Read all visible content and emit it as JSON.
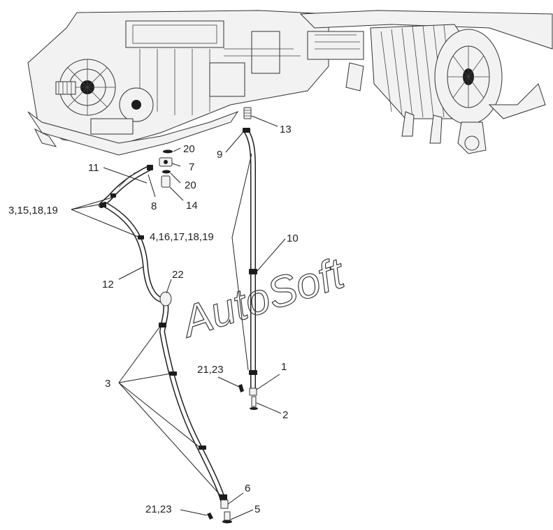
{
  "watermark": "AutoSoft",
  "callouts": {
    "c1": "1",
    "c2": "2",
    "c3": "3",
    "c3_15_18_19": "3,15,18,19",
    "c4_16_17_18_19": "4,16,17,18,19",
    "c5": "5",
    "c6": "6",
    "c7": "7",
    "c8": "8",
    "c9": "9",
    "c10": "10",
    "c11": "11",
    "c12": "12",
    "c13": "13",
    "c14": "14",
    "c20a": "20",
    "c20b": "20",
    "c21_23a": "21,23",
    "c21_23b": "21,23",
    "c22": "22"
  }
}
